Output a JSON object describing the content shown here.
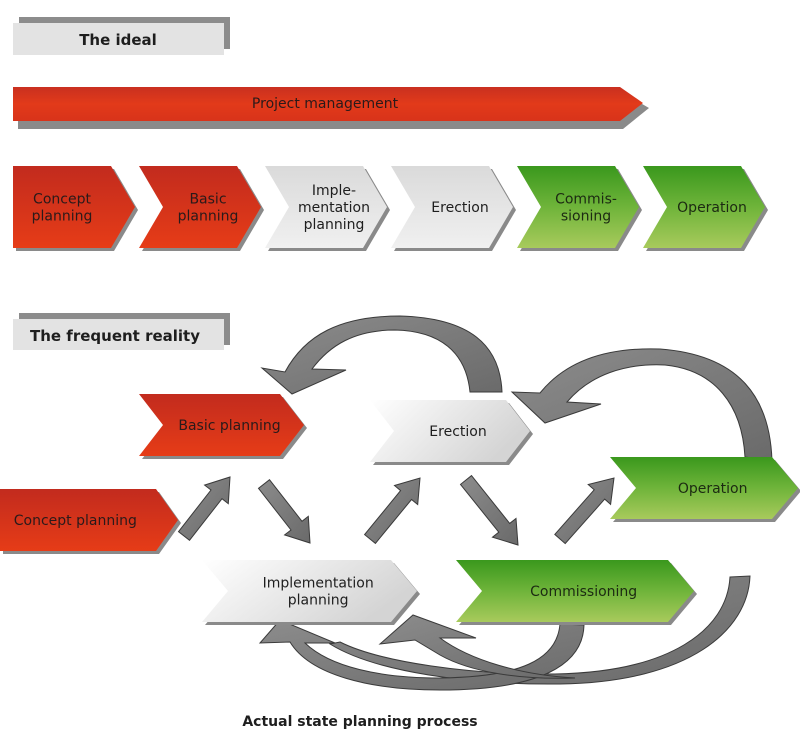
{
  "colors": {
    "red_top": "#c42a1c",
    "red_bottom": "#e33a18",
    "grey_top": "#d9d9d9",
    "grey_bottom": "#f2f2f2",
    "green_top": "#3d9a1f",
    "green_bottom": "#a6c95a",
    "arrow_fill": "#7f7f7f",
    "shadow": "#8a8a8a",
    "header_bg": "#e3e3e3"
  },
  "ideal": {
    "header": "The ideal",
    "project_bar": "Project management",
    "steps": [
      {
        "lines": [
          "Concept",
          "planning"
        ],
        "tone": "red"
      },
      {
        "lines": [
          "Basic",
          "planning"
        ],
        "tone": "red"
      },
      {
        "lines": [
          "Imple-",
          "mentation",
          "planning"
        ],
        "tone": "grey"
      },
      {
        "lines": [
          "Erection"
        ],
        "tone": "grey"
      },
      {
        "lines": [
          "Commis-",
          "sioning"
        ],
        "tone": "green"
      },
      {
        "lines": [
          "Operation"
        ],
        "tone": "green"
      }
    ]
  },
  "reality": {
    "header": "The frequent reality",
    "nodes": {
      "concept": {
        "lines": [
          "Concept planning"
        ],
        "tone": "red"
      },
      "basic": {
        "lines": [
          "Basic planning"
        ],
        "tone": "red"
      },
      "implementation": {
        "lines": [
          "Implementation",
          "planning"
        ],
        "tone": "grey"
      },
      "erection": {
        "lines": [
          "Erection"
        ],
        "tone": "grey"
      },
      "commissioning": {
        "lines": [
          "Commissioning"
        ],
        "tone": "green"
      },
      "operation": {
        "lines": [
          "Operation"
        ],
        "tone": "green"
      }
    },
    "flows": [
      {
        "from": "Concept planning",
        "to": "Basic planning",
        "kind": "straight"
      },
      {
        "from": "Basic planning",
        "to": "Implementation planning",
        "kind": "straight"
      },
      {
        "from": "Implementation planning",
        "to": "Erection",
        "kind": "straight"
      },
      {
        "from": "Erection",
        "to": "Commissioning",
        "kind": "straight"
      },
      {
        "from": "Commissioning",
        "to": "Operation",
        "kind": "straight"
      },
      {
        "from": "Erection",
        "to": "Basic planning",
        "kind": "feedback"
      },
      {
        "from": "Operation",
        "to": "Erection",
        "kind": "feedback"
      },
      {
        "from": "Commissioning",
        "to": "Implementation planning",
        "kind": "feedback"
      },
      {
        "from": "Operation",
        "to": "Implementation planning",
        "kind": "feedback"
      }
    ]
  },
  "caption": "Actual state planning process"
}
